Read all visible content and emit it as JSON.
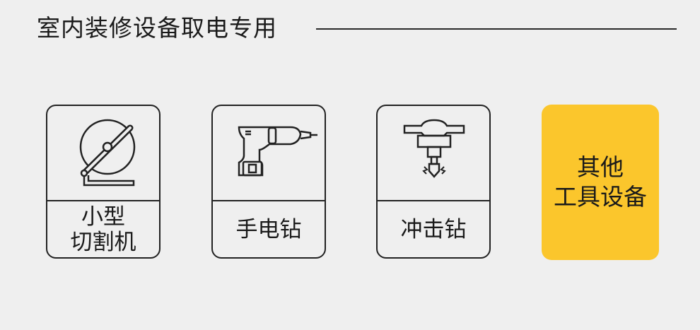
{
  "header": {
    "title": "室内装修设备取电专用"
  },
  "cards": [
    {
      "label_line1": "小型",
      "label_line2": "切割机",
      "icon": "cutting-machine-icon"
    },
    {
      "label": "手电钻",
      "icon": "electric-drill-icon"
    },
    {
      "label": "冲击钻",
      "icon": "impact-drill-icon"
    },
    {
      "label_line1": "其他",
      "label_line2": "工具设备",
      "highlight_color": "#fbc62c"
    }
  ]
}
